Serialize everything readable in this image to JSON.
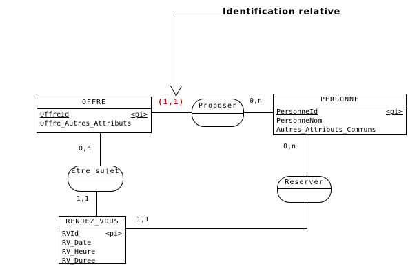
{
  "annotation": {
    "label": "Identification relative"
  },
  "colors": {
    "accent_red": "#CC0000",
    "line": "#000000",
    "background": "#FFFFFF"
  },
  "entities": [
    {
      "title": "OFFRE",
      "attributes": [
        {
          "name": "OffreId",
          "tag": "<pi>"
        },
        {
          "name": "Offre_Autres_Attributs",
          "tag": ""
        }
      ]
    },
    {
      "title": "PERSONNE",
      "attributes": [
        {
          "name": "PersonneId",
          "tag": "<pi>"
        },
        {
          "name": "PersonneNom",
          "tag": ""
        },
        {
          "name": "Autres_Attributs_Communs",
          "tag": ""
        }
      ]
    },
    {
      "title": "RENDEZ_VOUS",
      "attributes": [
        {
          "name": "RVId",
          "tag": "<pi>"
        },
        {
          "name": "RV_Date",
          "tag": ""
        },
        {
          "name": "RV_Heure",
          "tag": ""
        },
        {
          "name": "RV_Duree",
          "tag": ""
        }
      ]
    }
  ],
  "relationships": [
    {
      "label": "Proposer"
    },
    {
      "label": "Etre sujet"
    },
    {
      "label": "Reserver"
    }
  ],
  "cardinalities": {
    "offre_proposer": "(1,1)",
    "proposer_personne": "0,n",
    "offre_etre_sujet": "0,n",
    "etre_sujet_rendez_vous": "1,1",
    "personne_reserver": "0,n",
    "rendez_vous_reserver": "1,1"
  }
}
